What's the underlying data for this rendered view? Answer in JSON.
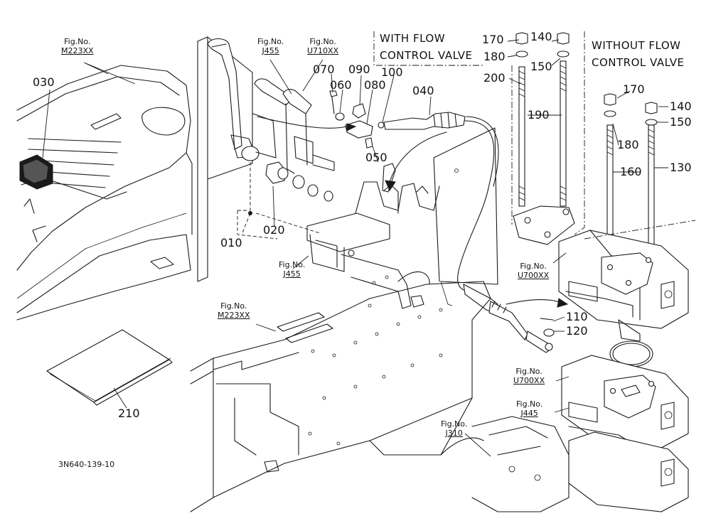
{
  "diagram_code": "3N640-139-10",
  "notes": {
    "with_flow": [
      "WITH FLOW",
      "CONTROL VALVE"
    ],
    "without_flow": [
      "WITHOUT FLOW",
      "CONTROL VALVE"
    ]
  },
  "figure_refs": [
    {
      "id": "m223-top",
      "label": "Fig.No.",
      "code": "M223XX"
    },
    {
      "id": "j455-top",
      "label": "Fig.No.",
      "code": "J455"
    },
    {
      "id": "u710",
      "label": "Fig.No.",
      "code": "U710XX"
    },
    {
      "id": "j455-mid",
      "label": "Fig.No.",
      "code": "J455"
    },
    {
      "id": "m223-mid",
      "label": "Fig.No.",
      "code": "M223XX"
    },
    {
      "id": "u700-upper",
      "label": "Fig.No.",
      "code": "U700XX"
    },
    {
      "id": "u700-lower",
      "label": "Fig.No.",
      "code": "U700XX"
    },
    {
      "id": "j445",
      "label": "Fig.No.",
      "code": "J445"
    },
    {
      "id": "j310",
      "label": "Fig.No.",
      "code": "J310"
    }
  ],
  "part_numbers": {
    "p010": "010",
    "p020": "020",
    "p030": "030",
    "p040": "040",
    "p050": "050",
    "p060": "060",
    "p070": "070",
    "p080": "080",
    "p090": "090",
    "p100": "100",
    "p110": "110",
    "p120": "120",
    "p130": "130",
    "p140a": "140",
    "p140b": "140",
    "p150a": "150",
    "p150b": "150",
    "p160": "160",
    "p170a": "170",
    "p170b": "170",
    "p180a": "180",
    "p180b": "180",
    "p190": "190",
    "p200": "200",
    "p210": "210"
  }
}
